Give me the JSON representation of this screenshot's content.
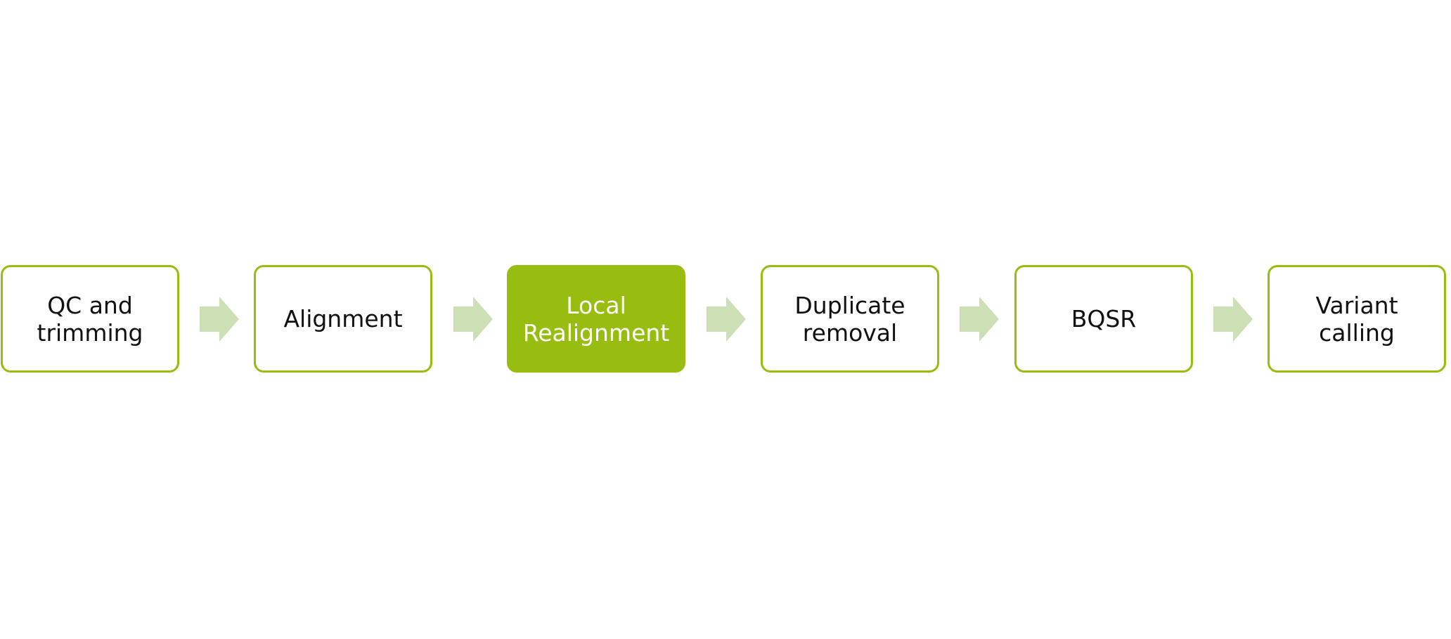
{
  "colors": {
    "accent": "#97bd10",
    "arrow": "#cddfb4",
    "active_text": "#ffffff",
    "text": "#111111"
  },
  "pipeline": {
    "steps": [
      {
        "label": "QC and\ntrimming",
        "active": false
      },
      {
        "label": "Alignment",
        "active": false
      },
      {
        "label": "Local\nRealignment",
        "active": true
      },
      {
        "label": "Duplicate\nremoval",
        "active": false
      },
      {
        "label": "BQSR",
        "active": false
      },
      {
        "label": "Variant\ncalling",
        "active": false
      }
    ],
    "connector_icon": "right-arrow-icon"
  }
}
